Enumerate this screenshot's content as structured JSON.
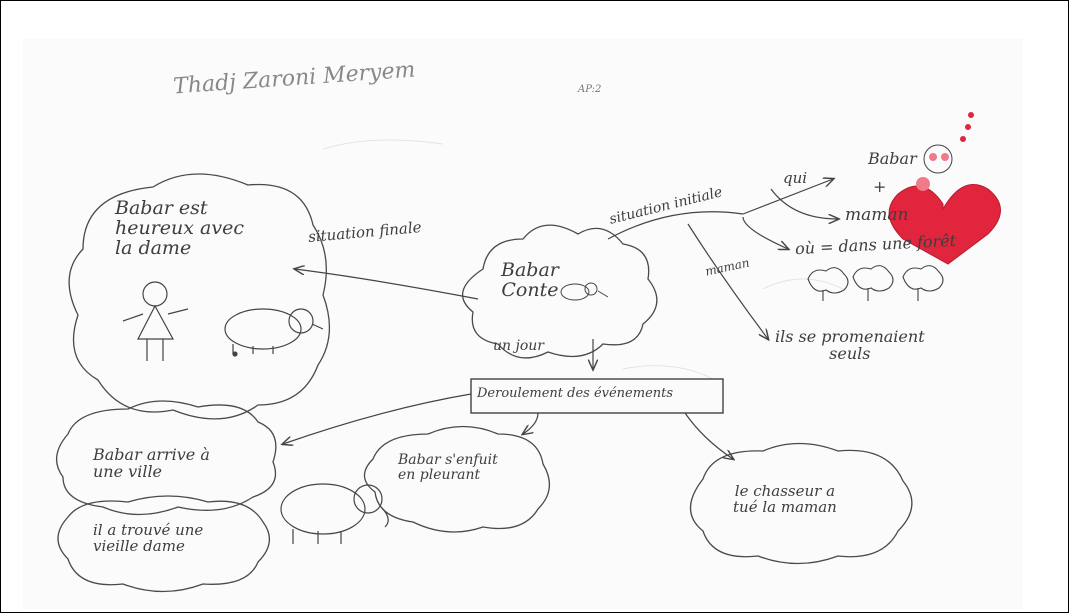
{
  "student_name": "Thadj Zaroni Meryem",
  "corner_note": "AP:2",
  "center": {
    "label": "Babar\nConte"
  },
  "branches": {
    "initial": {
      "label": "situation initiale",
      "qui": "qui",
      "qui_items": [
        "Babar",
        "+",
        "maman"
      ],
      "ou": "où = dans une forêt",
      "maman_label": "maman",
      "promenade": "ils se promenaient\nseuls"
    },
    "final": {
      "label": "situation finale",
      "text": "Babar est\nheureux avec\nla dame"
    },
    "events": {
      "connector": "un jour",
      "box": "Deroulement des événements",
      "left_cloud": "Babar arrive à\nune ville",
      "lower_cloud": "il a trouvé une\nvieille dame",
      "middle_cloud": "Babar s'enfuit\nen pleurant",
      "right_cloud": "le chasseur a\ntué la maman"
    }
  },
  "colors": {
    "ink": "#444444",
    "heart": "#e0253c",
    "heart_light": "#f07a88"
  }
}
